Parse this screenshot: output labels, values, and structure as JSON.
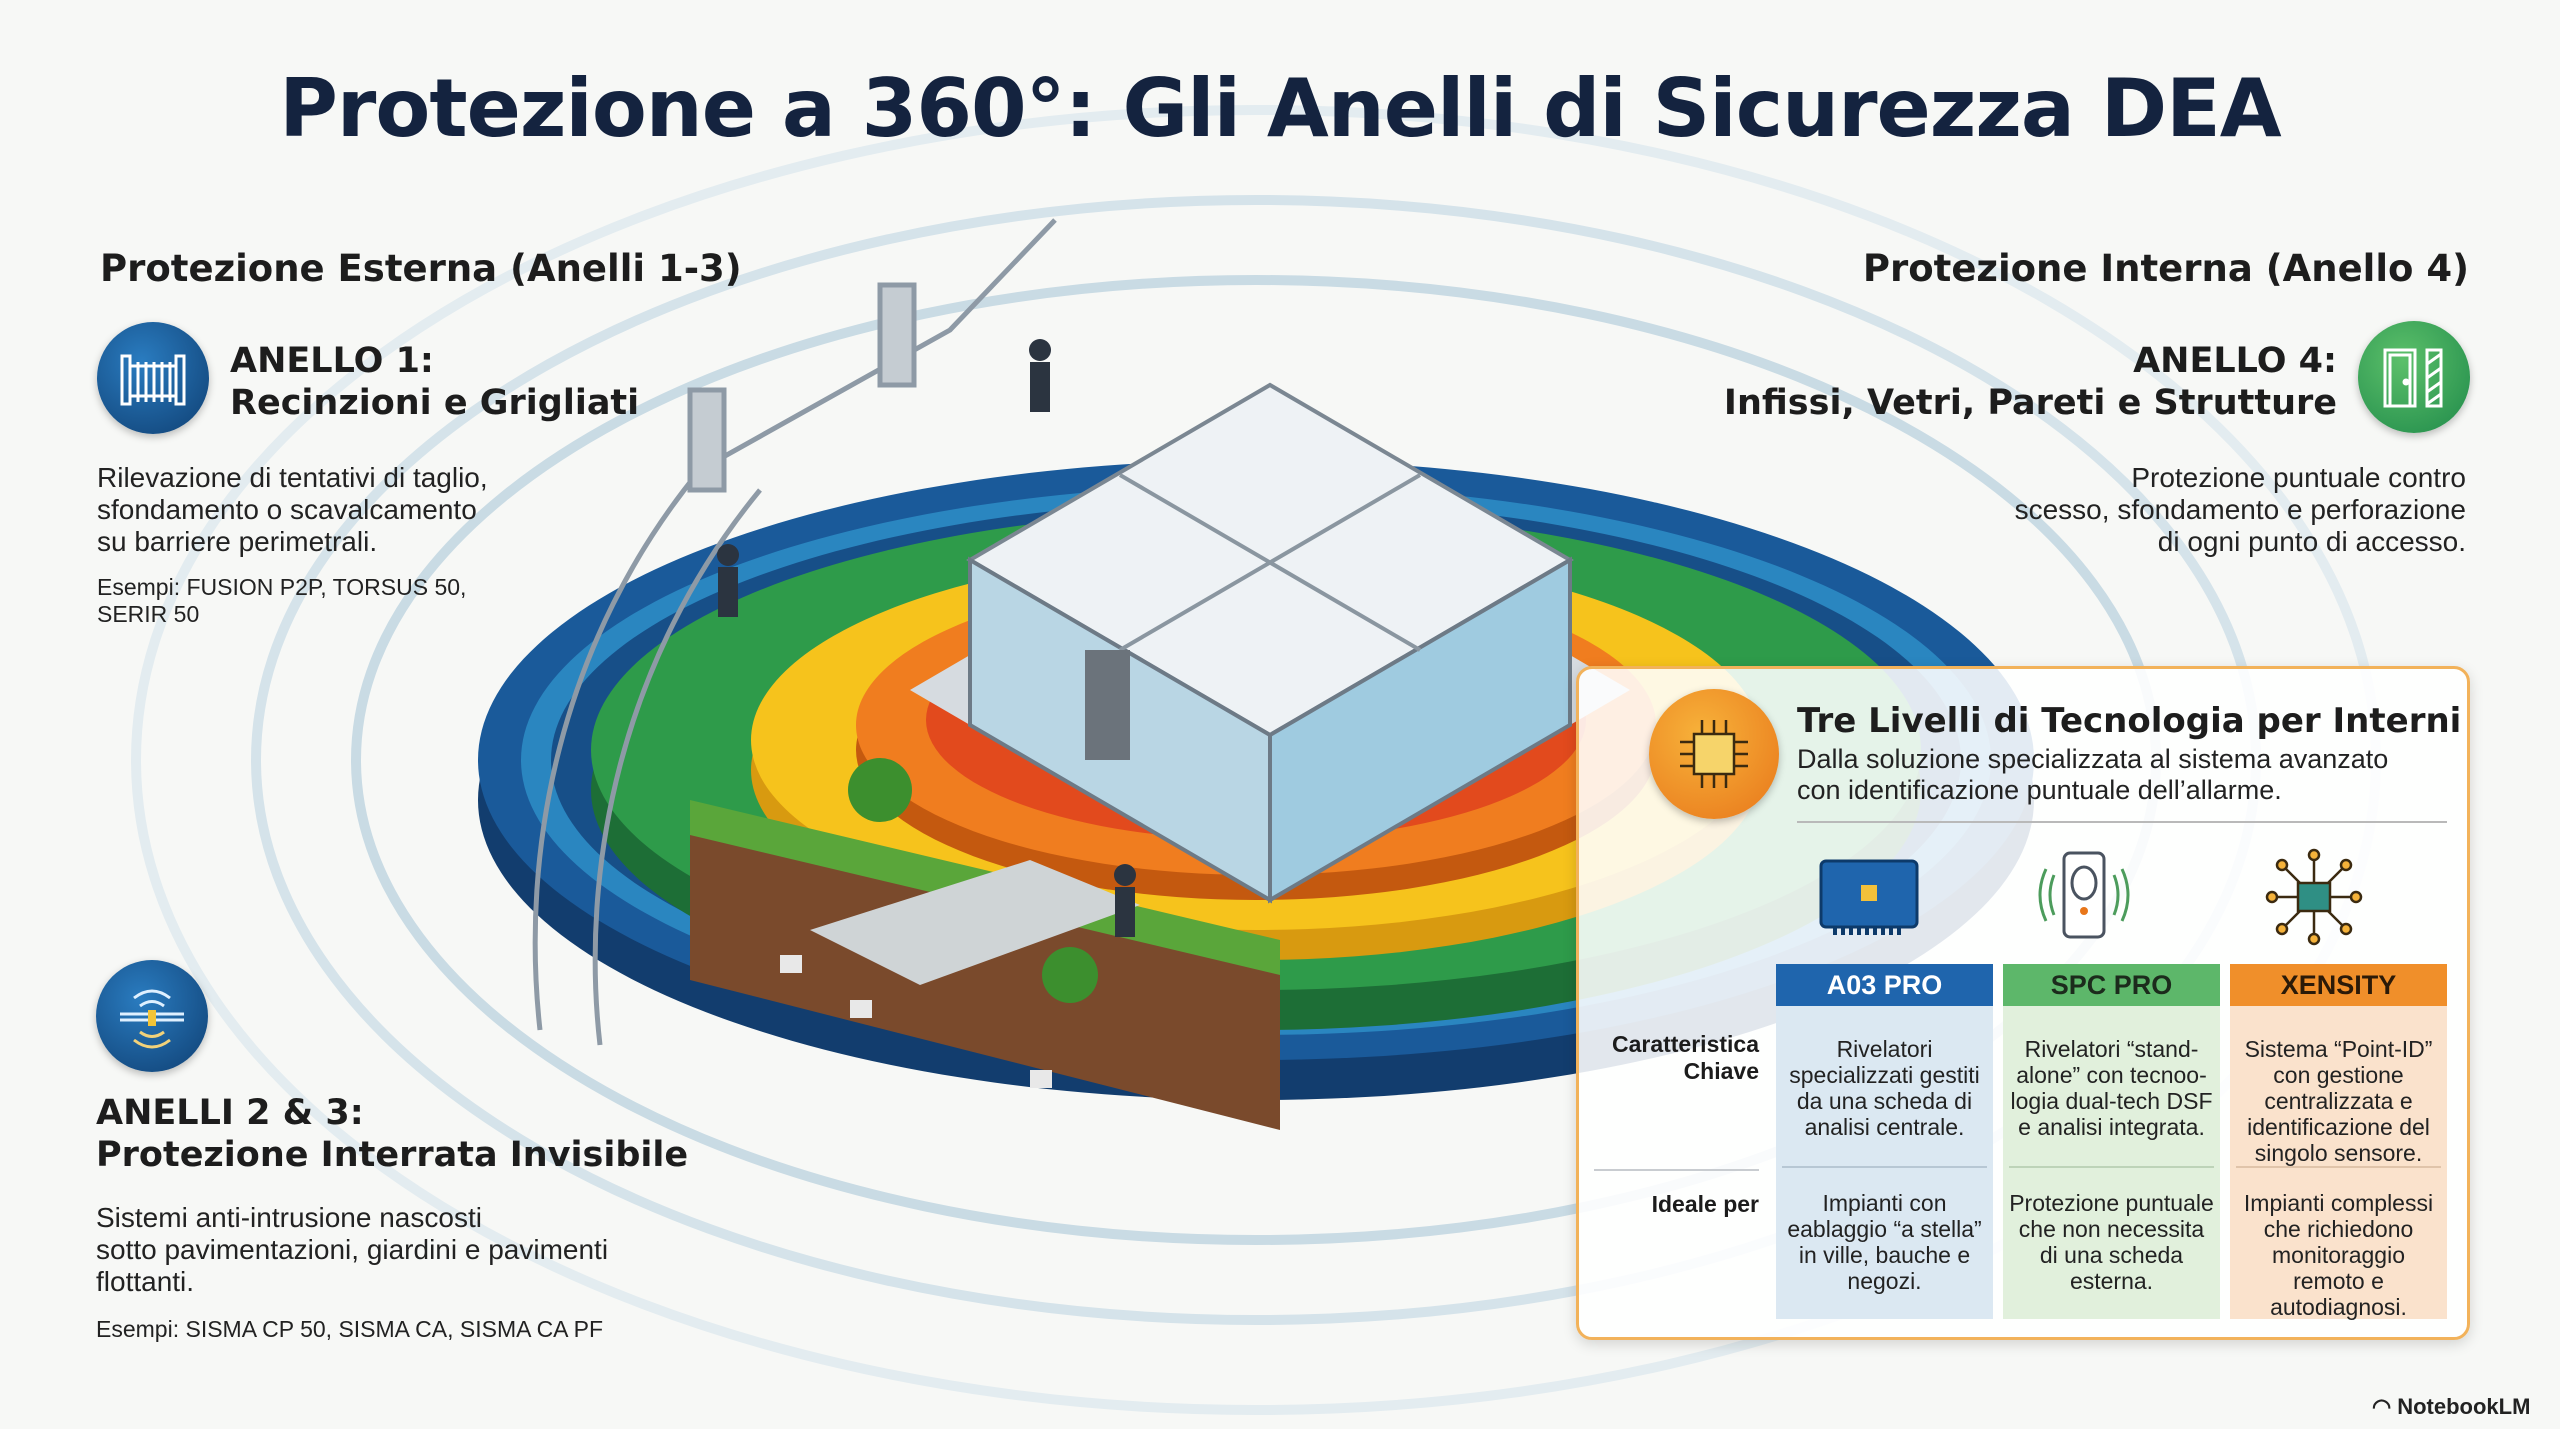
{
  "title": "Protezione a 360°: Gli Anelli di Sicurezza DEA",
  "colors": {
    "title": "#14233f",
    "ring_blue": "#1a5a9a",
    "ring_green": "#2e9b4a",
    "ring_yellow": "#f6c31c",
    "ring_orange": "#f07d1f",
    "ring_red": "#e24a1d",
    "a03": "#1f65ad",
    "spc": "#5db76a",
    "xensity": "#f08f2a"
  },
  "external": {
    "heading": "Protezione Esterna (Anelli 1-3)",
    "ring1": {
      "icon": "fence-icon",
      "label": "ANELLO 1:",
      "title": "Recinzioni e Grigliati",
      "desc": [
        "Rilevazione di tentativi di taglio,",
        "sfondamento o scavalcamento",
        "su barriere perimetrali."
      ],
      "examples": [
        "Esempi: FUSION P2P, TORSUS 50,",
        "SERIR 50"
      ]
    },
    "ring23": {
      "icon": "underground-sensor-icon",
      "label": "ANELLI 2 & 3:",
      "title": "Protezione Interrata Invisibile",
      "desc": [
        "Sistemi anti-intrusione nascosti",
        "sotto pavimentazioni, giardini e pavimenti",
        "flottanti."
      ],
      "examples": [
        "Esempi: SISMA CP 50, SISMA CA, SISMA CA PF"
      ]
    }
  },
  "internal": {
    "heading": "Protezione Interna (Anello 4)",
    "ring4": {
      "icon": "door-window-icon",
      "label": "ANELLO 4:",
      "title": "Infissi, Vetri, Pareti e Strutture",
      "desc": [
        "Protezione puntuale contro",
        "scesso, sfondamento e perforazione",
        "di ogni punto di accesso."
      ]
    }
  },
  "tech": {
    "icon": "chip-icon",
    "title": "Tre Livelli di Tecnologia per Interni",
    "subtitle": [
      "Dalla soluzione specializzata al sistema avanzato",
      "con identificazione puntuale dell’allarme."
    ],
    "row_labels": [
      "Caratteristica Chiave",
      "Ideale per"
    ],
    "columns": [
      {
        "name": "A03 PRO",
        "icon": "circuit-board-icon",
        "key": "Rivelatori specializzati gestiti da una scheda di analisi centrale.",
        "ideal": "Impianti con eablaggio “a stella” in ville, bauche e negozi."
      },
      {
        "name": "SPC PRO",
        "icon": "motion-detector-icon",
        "key": "Rivelatori “stand-alone” con tecnoo-logia dual-tech DSF e analisi integrata.",
        "ideal": "Protezione puntuale che non necessita di una scheda esterna."
      },
      {
        "name": "XENSITY",
        "icon": "network-hub-icon",
        "key": "Sistema “Point-ID” con gestione centralizzata e identificazione del singolo sensore.",
        "ideal": "Impianti complessi che richiedono monitoraggio remoto e autodiagnosi."
      }
    ]
  },
  "watermark": "NotebookLM"
}
